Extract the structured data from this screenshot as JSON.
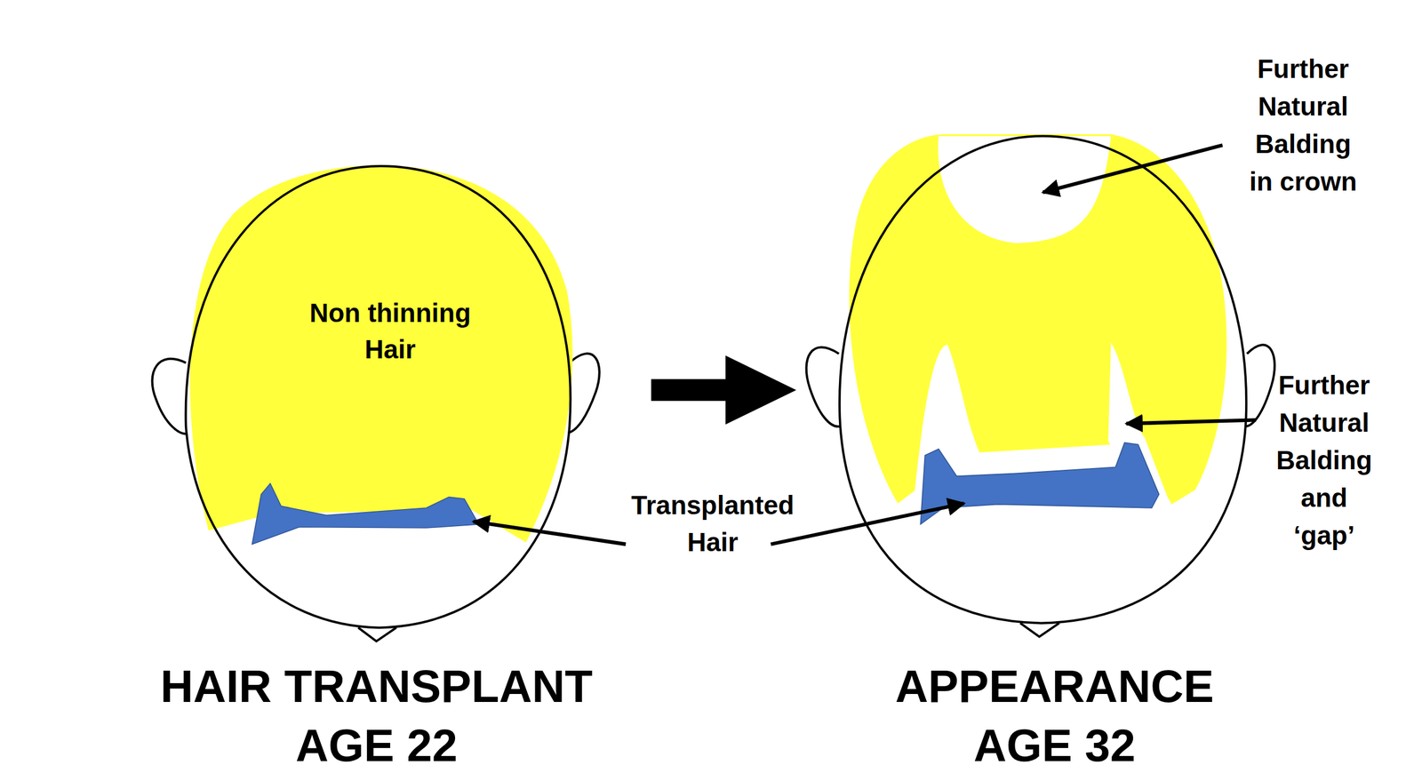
{
  "diagram": {
    "labels": [
      "Non thinning Hair",
      "Transplanted Hair",
      "Further Natural Balding in crown",
      "Further Natural Balding and ‘gap’",
      "HAIR TRANSPLANT AGE 22",
      "APPEARANCE AGE 32"
    ]
  }
}
